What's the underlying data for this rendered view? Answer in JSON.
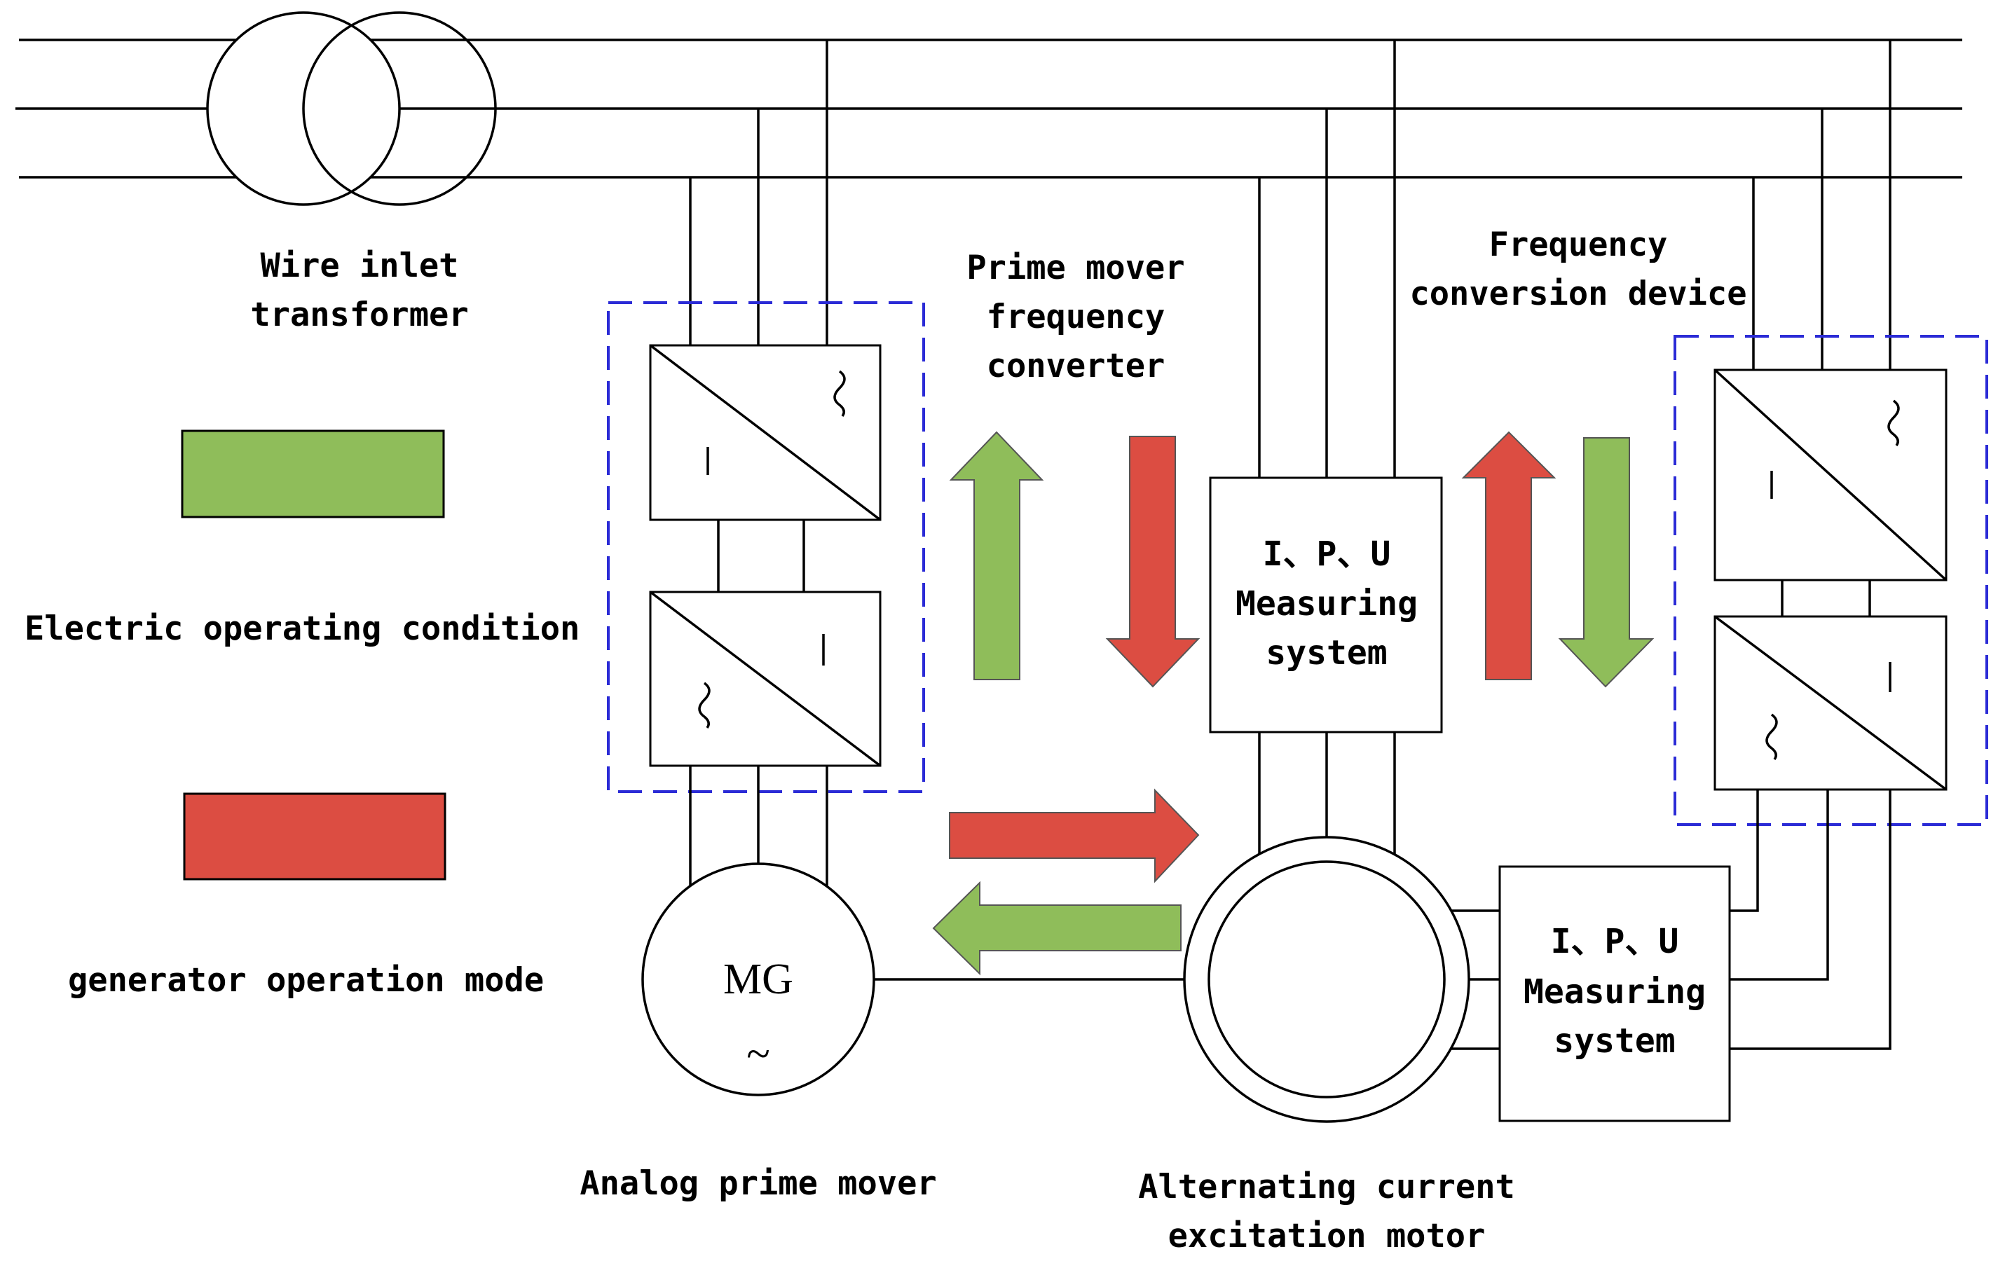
{
  "labels": {
    "transformer_line1": "Wire inlet",
    "transformer_line2": "transformer",
    "legend_green": "Electric operating condition",
    "legend_red": "generator operation mode",
    "prime_conv_line1": "Prime mover",
    "prime_conv_line2": "frequency",
    "prime_conv_line3": "converter",
    "freq_dev_line1": "Frequency",
    "freq_dev_line2": "conversion device",
    "measure_top_line1": "I、P、U",
    "measure_top_line2": "Measuring",
    "measure_top_line3": "system",
    "measure_bottom_line1": "I、P、U",
    "measure_bottom_line2": "Measuring",
    "measure_bottom_line3": "system",
    "mg": "MG",
    "mg_tilde": "~",
    "analog_prime_mover": "Analog prime mover",
    "excitation_line1": "Alternating current",
    "excitation_line2": "excitation motor"
  },
  "colors": {
    "green": "#8fbd5a",
    "red": "#dc4d42",
    "dashed_frame": "#2b2bd6",
    "line": "#000000"
  }
}
